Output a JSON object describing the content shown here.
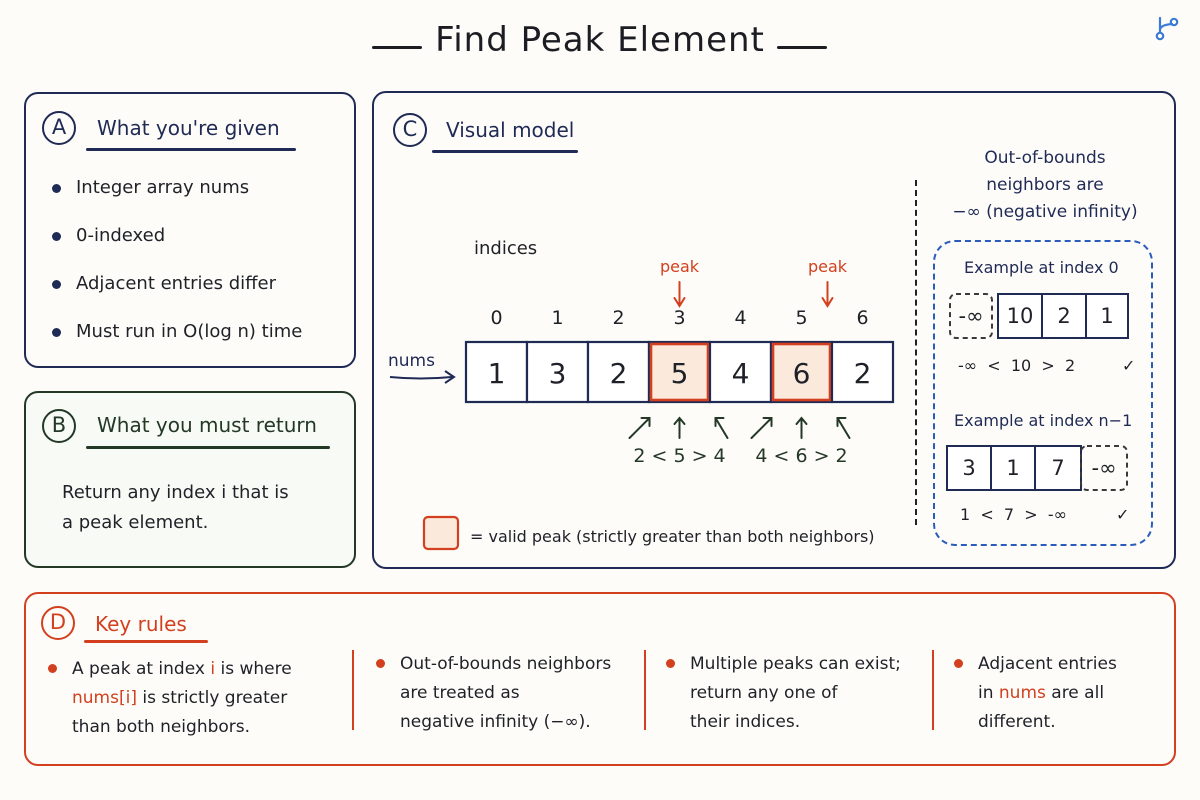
{
  "title": "Find Peak Element",
  "logo_icon": "git-branch-icon",
  "colors": {
    "navy": "#1f2a55",
    "green": "#243826",
    "red": "#d2401f",
    "peak_fill": "#fbe9dc"
  },
  "section_a": {
    "badge": "A",
    "heading": "What you're given",
    "items": [
      "Integer array nums",
      "0-indexed",
      "Adjacent entries differ",
      "Must run in O(log n) time"
    ]
  },
  "section_b": {
    "badge": "B",
    "heading": "What you must return",
    "text_line1": "Return any index i that is",
    "text_line2": "a peak element."
  },
  "section_c": {
    "badge": "C",
    "heading": "Visual model",
    "indices_label": "indices",
    "array_label": "nums",
    "peak_label": "peak",
    "indices": [
      "0",
      "1",
      "2",
      "3",
      "4",
      "5",
      "6"
    ],
    "values": [
      "1",
      "3",
      "2",
      "5",
      "4",
      "6",
      "2"
    ],
    "peak_indices": [
      3,
      5
    ],
    "comparisons": [
      "2 < 5 > 4",
      "4 < 6 > 2"
    ],
    "legend": "= valid peak (strictly greater than both neighbors)",
    "oob_note": [
      "Out-of-bounds",
      "neighbors are",
      "−∞ (negative infinity)"
    ],
    "example0": {
      "title": "Example at index 0",
      "cells": [
        "-∞",
        "10",
        "2",
        "1"
      ],
      "comparison": "-∞  <  10  >  2",
      "check": "✓"
    },
    "example_last": {
      "title": "Example at index n−1",
      "cells": [
        "3",
        "1",
        "7",
        "-∞"
      ],
      "comparison": "1  <  7  >  -∞",
      "check": "✓"
    }
  },
  "section_d": {
    "badge": "D",
    "heading": "Key rules",
    "rule1": {
      "pre": "A peak at index ",
      "code1": "i",
      "mid": " is where",
      "code2": "nums[i]",
      "post": " is strictly greater",
      "line3": "than both neighbors."
    },
    "rule2": {
      "line1": "Out-of-bounds neighbors",
      "line2": "are treated as",
      "line3": "negative infinity (−∞)."
    },
    "rule3": {
      "line1": "Multiple peaks can exist;",
      "line2": "return any one of",
      "line3": "their indices."
    },
    "rule4": {
      "line1": "Adjacent entries",
      "pre": "in ",
      "code": "nums",
      "post": " are all",
      "line3": "different."
    }
  }
}
